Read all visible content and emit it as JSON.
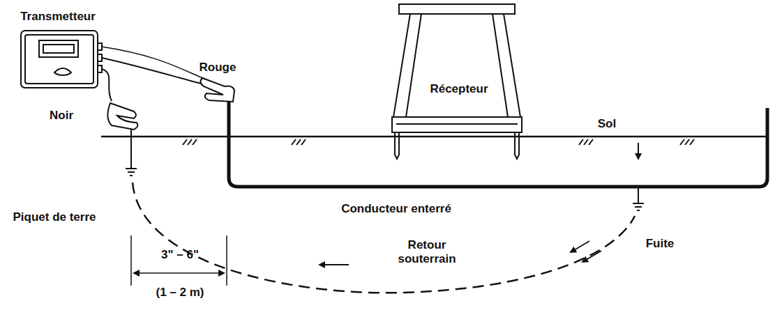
{
  "diagram": {
    "nodes": [
      {
        "text": [
          "Transmetteur"
        ]
      },
      {
        "text": [
          "Récepteur"
        ]
      }
    ],
    "labels": [
      "Noir",
      "Rouge",
      "Sol",
      "Conducteur enterré",
      "Piquet de terre",
      "3\" – 6\"",
      "(1 – 2 m)",
      "Retour souterrain",
      "Fuite"
    ]
  }
}
